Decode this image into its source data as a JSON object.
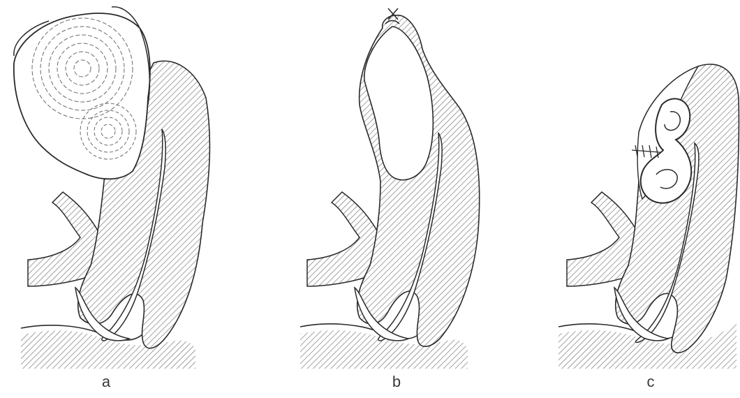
{
  "panels": [
    {
      "id": "a",
      "label": "a"
    },
    {
      "id": "b",
      "label": "b"
    },
    {
      "id": "c",
      "label": "c"
    }
  ],
  "colors": {
    "outline": "#2a2a2a",
    "hatch": "#6e6e6e",
    "background": "#ffffff"
  }
}
